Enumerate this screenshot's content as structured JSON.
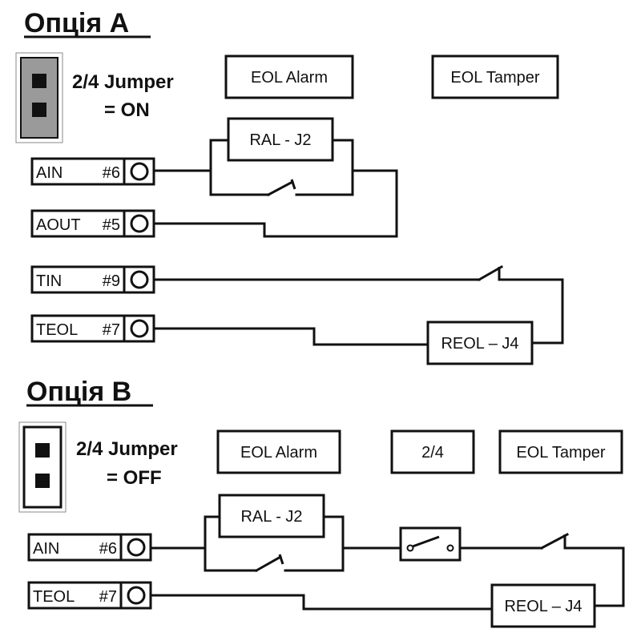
{
  "option_a": {
    "title": "Опція A",
    "jumper_line1": "2/4 Jumper",
    "jumper_line2": "= ON",
    "eol_alarm": "EOL Alarm",
    "eol_tamper": "EOL Tamper",
    "ral": "RAL - J2",
    "reol": "REOL – J4",
    "terminals": {
      "ain_name": "AIN",
      "ain_num": "#6",
      "aout_name": "AOUT",
      "aout_num": "#5",
      "tin_name": "TIN",
      "tin_num": "#9",
      "teol_name": "TEOL",
      "teol_num": "#7"
    }
  },
  "option_b": {
    "title": "Опція B",
    "jumper_line1": "2/4 Jumper",
    "jumper_line2": "= OFF",
    "eol_alarm": "EOL Alarm",
    "two_four": "2/4",
    "eol_tamper": "EOL Tamper",
    "ral": "RAL - J2",
    "reol": "REOL – J4",
    "terminals": {
      "ain_name": "AIN",
      "ain_num": "#6",
      "teol_name": "TEOL",
      "teol_num": "#7"
    }
  }
}
